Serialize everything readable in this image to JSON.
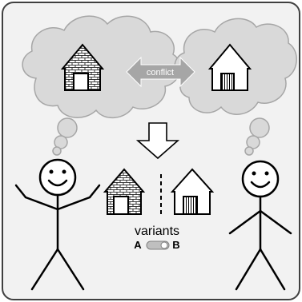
{
  "arrow_label": "conflict",
  "variants": {
    "title": "variants",
    "left": "A",
    "right": "B"
  },
  "colors": {
    "panel_bg": "#f2f2f2",
    "cloud_fill": "#d9d9d9",
    "cloud_stroke": "#a6a6a6",
    "arrow_fill": "#a6a6a6",
    "ink": "#000000",
    "toggle": "#bfbfbf"
  },
  "icons": {
    "left_house": "brick-house-icon",
    "right_house": "wooden-house-icon",
    "toggle": "toggle-switch-icon"
  }
}
